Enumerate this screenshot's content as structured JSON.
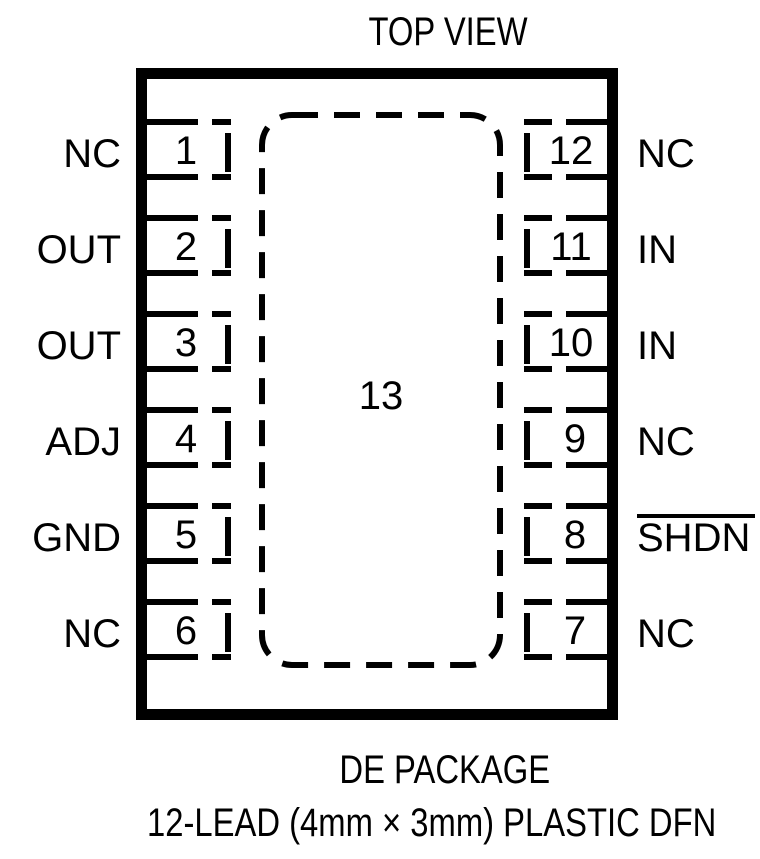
{
  "diagram": {
    "title": "TOP VIEW",
    "caption_line_1": "DE PACKAGE",
    "caption_line_2": "12-LEAD (4mm × 3mm) PLASTIC DFN",
    "exposed_pad_number": "13",
    "package_code": "DE",
    "lead_count": "12",
    "colors": {
      "background": "#ffffff",
      "ink": "#000000"
    },
    "left_pins": [
      {
        "number": "1",
        "label": "NC",
        "overbar": false
      },
      {
        "number": "2",
        "label": "OUT",
        "overbar": false
      },
      {
        "number": "3",
        "label": "OUT",
        "overbar": false
      },
      {
        "number": "4",
        "label": "ADJ",
        "overbar": false
      },
      {
        "number": "5",
        "label": "GND",
        "overbar": false
      },
      {
        "number": "6",
        "label": "NC",
        "overbar": false
      }
    ],
    "right_pins": [
      {
        "number": "12",
        "label": "NC",
        "overbar": false
      },
      {
        "number": "11",
        "label": "IN",
        "overbar": false
      },
      {
        "number": "10",
        "label": "IN",
        "overbar": false
      },
      {
        "number": "9",
        "label": "NC",
        "overbar": false
      },
      {
        "number": "8",
        "label": "SHDN",
        "overbar": true
      },
      {
        "number": "7",
        "label": "NC",
        "overbar": false
      }
    ]
  }
}
